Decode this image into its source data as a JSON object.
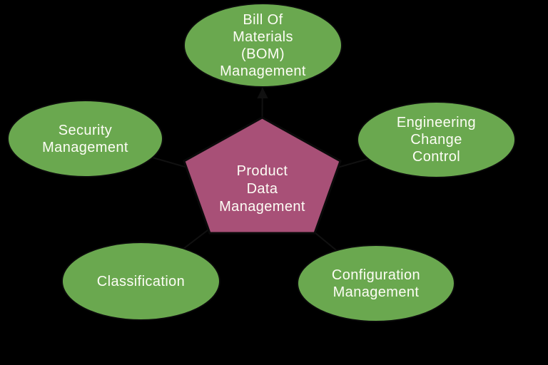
{
  "diagram": {
    "title": "Product Data Management diagram",
    "background_color": "#000000",
    "node_fill_color": "#6aa84f",
    "node_outline_color": "#0a0a0a",
    "center_fill_color": "#a85077",
    "text_color": "#fdfdf5",
    "center": {
      "shape": "pentagon",
      "label": "Product\nData\nManagement"
    },
    "nodes": [
      {
        "id": "bom",
        "position": "top",
        "shape": "ellipse",
        "label": "Bill Of\nMaterials\n(BOM)\nManagement"
      },
      {
        "id": "security-management",
        "position": "left",
        "shape": "ellipse",
        "label": "Security\nManagement"
      },
      {
        "id": "engineering-change-control",
        "position": "right",
        "shape": "ellipse",
        "label": "Engineering\nChange\nControl"
      },
      {
        "id": "classification",
        "position": "bottom-left",
        "shape": "ellipse",
        "label": "Classification"
      },
      {
        "id": "configuration-management",
        "position": "bottom-right",
        "shape": "ellipse",
        "label": "Configuration\nManagement"
      }
    ]
  }
}
